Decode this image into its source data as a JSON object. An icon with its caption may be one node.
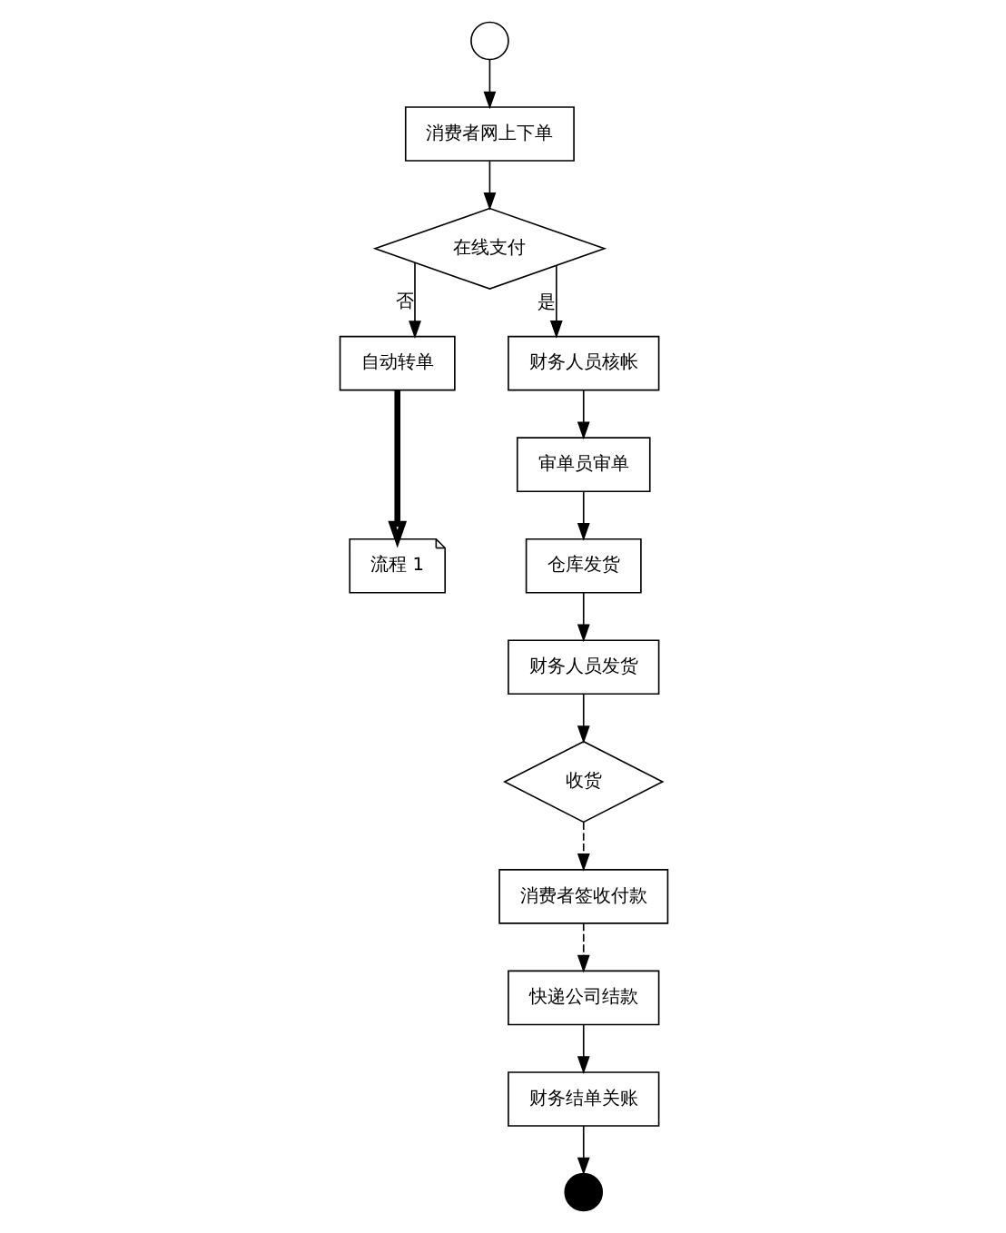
{
  "diagram": {
    "nodes": [
      {
        "text": [],
        "shape": "circle"
      },
      {
        "text": [
          "消费者网上下单"
        ]
      },
      {
        "text": [
          "在线支付"
        ]
      },
      {
        "text": [
          "自动转单"
        ]
      },
      {
        "text": [
          "流程 1"
        ]
      },
      {
        "text": [
          "财务人员核帐"
        ]
      },
      {
        "text": [
          "审单员审单"
        ]
      },
      {
        "text": [
          "仓库发货"
        ]
      },
      {
        "text": [
          "财务人员发货"
        ]
      },
      {
        "text": [
          "收货"
        ]
      },
      {
        "text": [
          "消费者签收付款"
        ]
      },
      {
        "text": [
          "快递公司结款"
        ]
      },
      {
        "text": [
          "财务结单关账"
        ]
      },
      {
        "text": [],
        "shape": "circle"
      }
    ],
    "edges": [
      {
        "from": 0,
        "to": 1,
        "arrow": "to"
      },
      {
        "from": 1,
        "to": 2,
        "arrow": "to"
      },
      {
        "from": 2,
        "to": 3,
        "arrow": "to",
        "label": "否"
      },
      {
        "from": 2,
        "to": 5,
        "arrow": "to",
        "label": "是"
      },
      {
        "from": 3,
        "to": 4,
        "arrow": "to",
        "style": "thick"
      },
      {
        "from": 5,
        "to": 6,
        "arrow": "to"
      },
      {
        "from": 6,
        "to": 7,
        "arrow": "to"
      },
      {
        "from": 7,
        "to": 8,
        "arrow": "to"
      },
      {
        "from": 8,
        "to": 9,
        "arrow": "to"
      },
      {
        "from": 9,
        "to": 10,
        "arrow": "to",
        "style": "dashed"
      },
      {
        "from": 10,
        "to": 11,
        "arrow": "to",
        "style": "dashed"
      },
      {
        "from": 11,
        "to": 12,
        "arrow": "to"
      },
      {
        "from": 12,
        "to": 13,
        "arrow": "to"
      }
    ]
  }
}
